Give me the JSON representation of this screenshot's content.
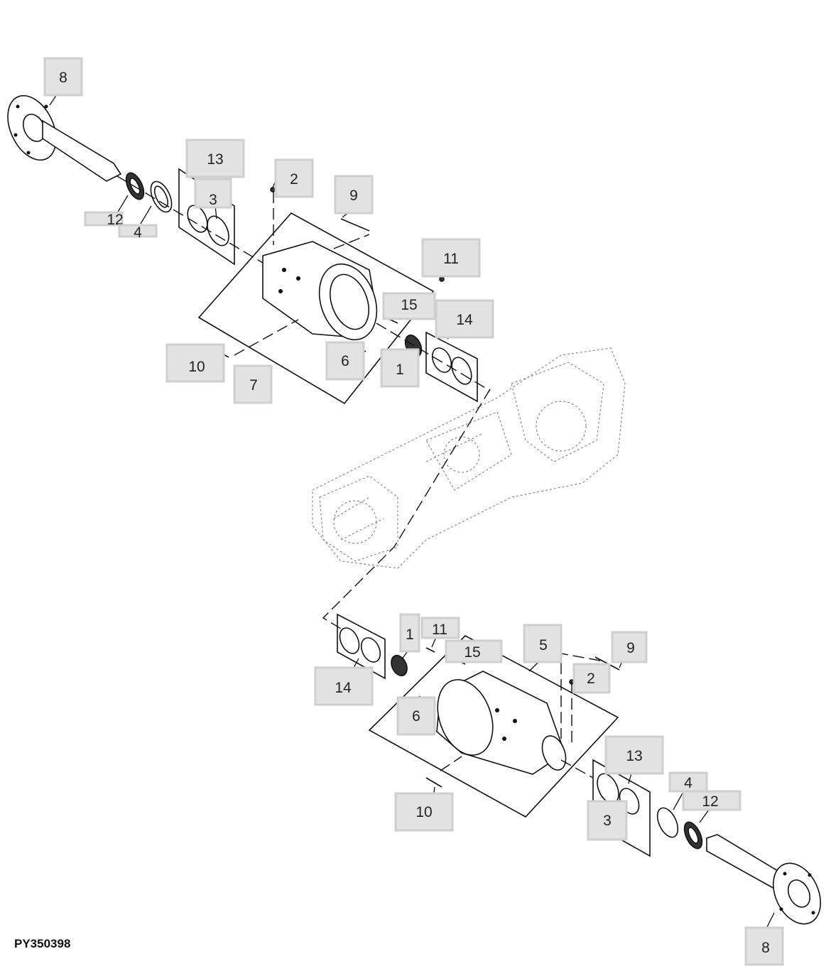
{
  "figure_id": "PY350398",
  "callouts_top": [
    {
      "id": "8",
      "label": "8"
    },
    {
      "id": "13",
      "label": "13"
    },
    {
      "id": "3",
      "label": "3"
    },
    {
      "id": "12",
      "label": "12"
    },
    {
      "id": "4",
      "label": "4"
    },
    {
      "id": "2",
      "label": "2"
    },
    {
      "id": "9",
      "label": "9"
    },
    {
      "id": "11",
      "label": "11"
    },
    {
      "id": "15",
      "label": "15"
    },
    {
      "id": "14",
      "label": "14"
    },
    {
      "id": "10",
      "label": "10"
    },
    {
      "id": "6",
      "label": "6"
    },
    {
      "id": "1",
      "label": "1"
    },
    {
      "id": "7",
      "label": "7"
    }
  ],
  "callouts_bottom": [
    {
      "id": "1",
      "label": "1"
    },
    {
      "id": "11",
      "label": "11"
    },
    {
      "id": "15",
      "label": "15"
    },
    {
      "id": "5",
      "label": "5"
    },
    {
      "id": "9",
      "label": "9"
    },
    {
      "id": "2",
      "label": "2"
    },
    {
      "id": "14",
      "label": "14"
    },
    {
      "id": "6",
      "label": "6"
    },
    {
      "id": "13",
      "label": "13"
    },
    {
      "id": "4",
      "label": "4"
    },
    {
      "id": "12",
      "label": "12"
    },
    {
      "id": "3",
      "label": "3"
    },
    {
      "id": "10",
      "label": "10"
    },
    {
      "id": "8",
      "label": "8"
    }
  ]
}
